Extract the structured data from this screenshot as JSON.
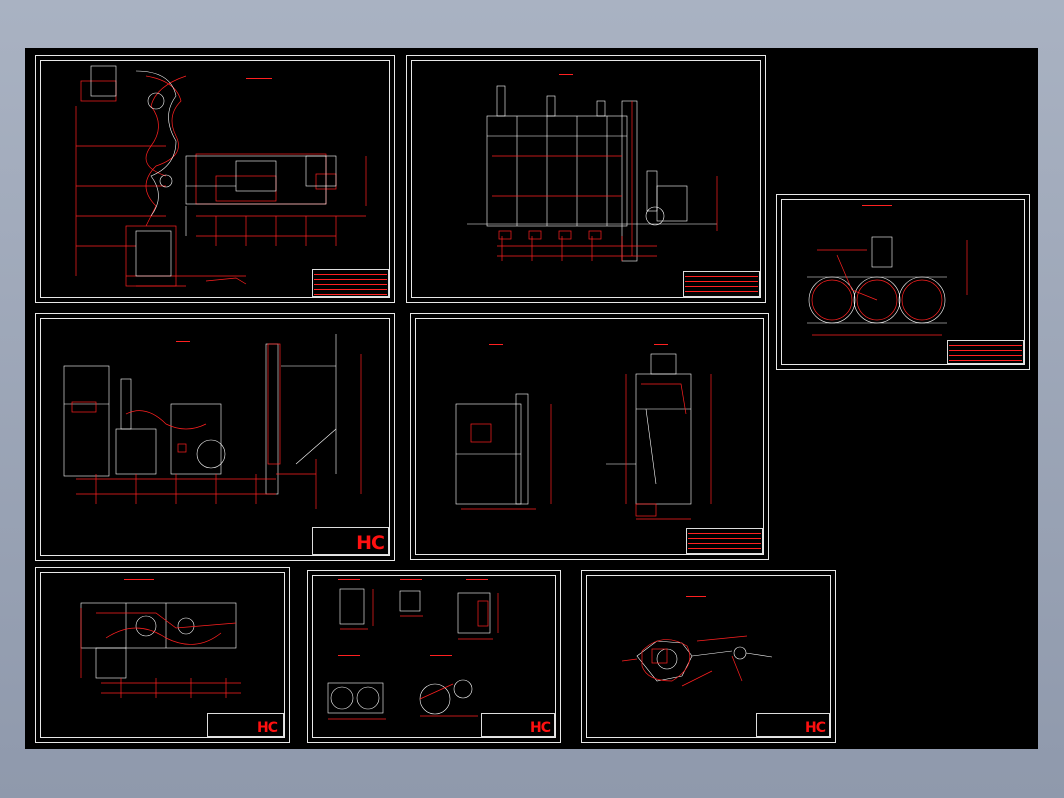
{
  "colors": {
    "background_outer": "#9aa3b5",
    "canvas": "#000000",
    "frame": "#e8e8e8",
    "drawing_red": "#ff2020",
    "drawing_white": "#ffffff"
  },
  "sheets": [
    {
      "id": "s1",
      "title": "",
      "has_logo": false
    },
    {
      "id": "s2",
      "title": "",
      "has_logo": false
    },
    {
      "id": "s3",
      "title": "",
      "has_logo": false
    },
    {
      "id": "s4",
      "title": "",
      "has_logo": true
    },
    {
      "id": "s5",
      "title": "",
      "has_logo": false
    },
    {
      "id": "s6",
      "title": "",
      "has_logo": true
    },
    {
      "id": "s7",
      "title": "",
      "has_logo": true
    },
    {
      "id": "s8",
      "title": "",
      "has_logo": true
    }
  ],
  "logo_text": "HC"
}
